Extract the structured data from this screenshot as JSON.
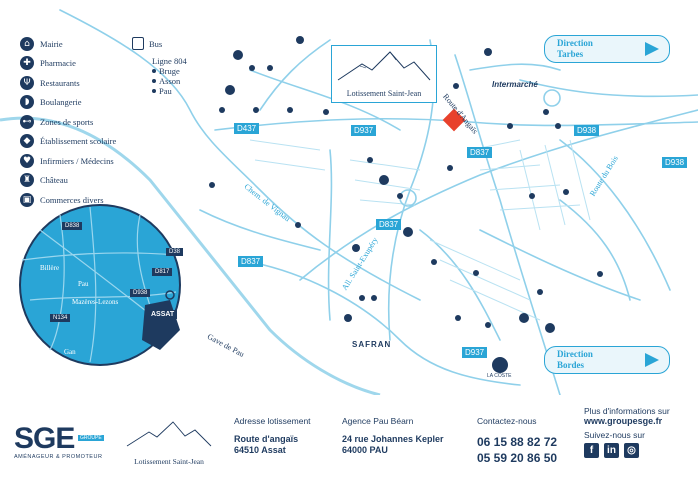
{
  "legend": {
    "items": [
      {
        "icon": "town-hall-icon",
        "glyph": "⌂",
        "label": "Mairie"
      },
      {
        "icon": "pharmacy-icon",
        "glyph": "✚",
        "label": "Pharmacie"
      },
      {
        "icon": "restaurant-icon",
        "glyph": "Ψ",
        "label": "Restaurants"
      },
      {
        "icon": "bakery-icon",
        "glyph": "◗",
        "label": "Boulangerie"
      },
      {
        "icon": "sports-icon",
        "glyph": "⊷",
        "label": "Zones de sports"
      },
      {
        "icon": "school-icon",
        "glyph": "◆",
        "label": "Établissement scolaire"
      },
      {
        "icon": "medical-icon",
        "glyph": "♥",
        "label": "Infirmiers / Médecins"
      },
      {
        "icon": "castle-icon",
        "glyph": "♜",
        "label": "Château"
      },
      {
        "icon": "shop-icon",
        "glyph": "▣",
        "label": "Commerces divers"
      }
    ]
  },
  "bus": {
    "title": "Bus",
    "line": "Ligne 804",
    "stops": [
      "Bruge",
      "Asson",
      "Pau"
    ]
  },
  "map_labels": {
    "roads": [
      "D437",
      "D937",
      "D837",
      "D938",
      "D938",
      "D837",
      "D837",
      "D937"
    ],
    "streets": [
      "Chem. de Vignau",
      "Route d'Angaïs",
      "All. Saint-Exupéry",
      "Route du Bois",
      "Gave de Pau"
    ],
    "brands": [
      "Intermarché",
      "SAFRAN",
      "LA COSTE"
    ],
    "inset_roads": [
      "D838",
      "D38",
      "D817",
      "D938",
      "N134"
    ],
    "inset_towns": [
      "Billère",
      "Pau",
      "Mazères-Lezons",
      "Gan"
    ],
    "inset_target": "ASSAT"
  },
  "directions": {
    "tarbes": {
      "line1": "Direction",
      "line2": "Tarbes"
    },
    "bordes": {
      "line1": "Direction",
      "line2": "Bordes"
    }
  },
  "map_logo": {
    "caption": "Lotissement Saint-Jean"
  },
  "footer": {
    "brand": "SGE",
    "brand_tag": "GROUPE",
    "brand_sub": "AMÉNAGEUR & PROMOTEUR",
    "logo_caption": "Lotissement Saint-Jean",
    "address": {
      "heading": "Adresse lotissement",
      "line1": "Route d'angaïs",
      "line2": "64510 Assat"
    },
    "agency": {
      "heading": "Agence Pau Béarn",
      "line1": "24 rue Johannes Kepler",
      "line2": "64000 PAU"
    },
    "contact": {
      "heading": "Contactez-nous",
      "phone1": "06 15 88 82 72",
      "phone2": "05 59 20 86 50"
    },
    "more": {
      "line1": "Plus d'informations sur",
      "site": "www.groupesge.fr",
      "follow": "Suivez-nous sur",
      "social": [
        "f",
        "in",
        "◎"
      ]
    }
  },
  "colors": {
    "accent": "#2aa5d6",
    "navy": "#1e3a5f",
    "marker": "#e8412c"
  }
}
